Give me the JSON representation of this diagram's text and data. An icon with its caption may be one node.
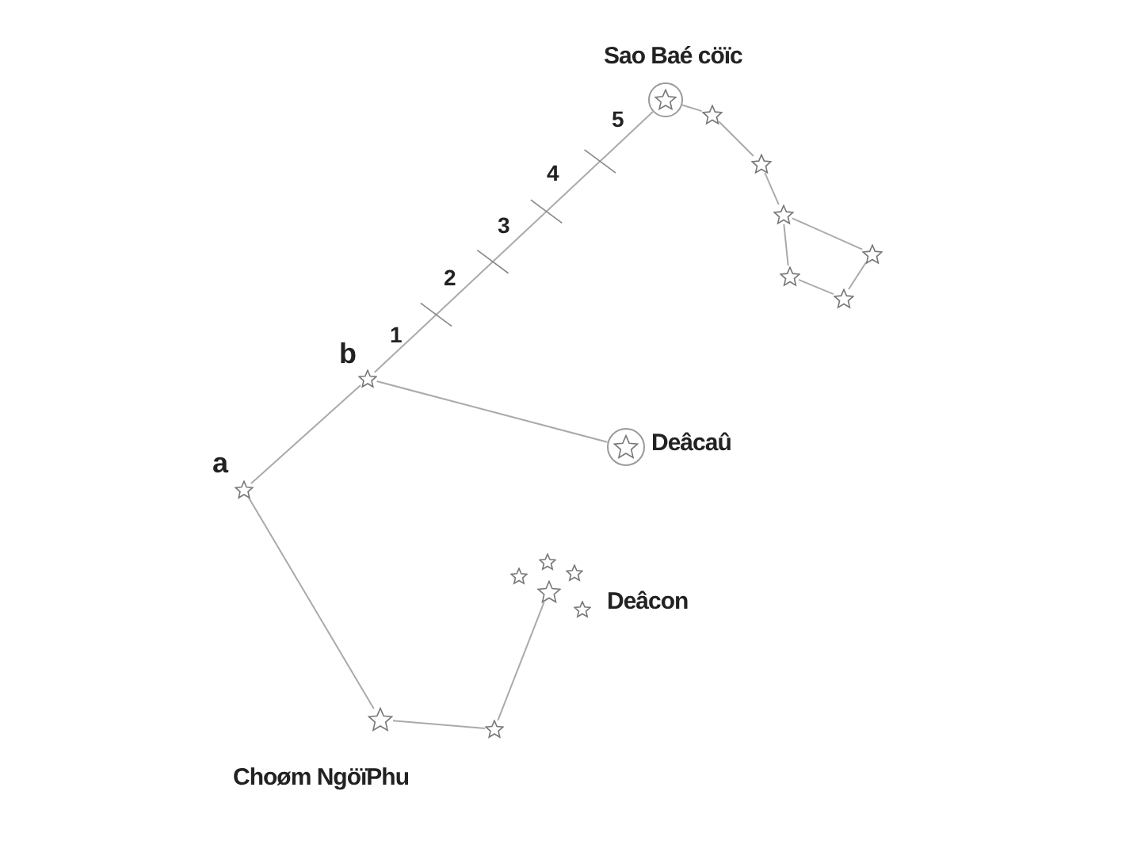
{
  "diagram": {
    "nodes": [
      {
        "text": [],
        "shape": "circle",
        "beside": [
          "Sao Baé cöïc"
        ]
      },
      {
        "text": [],
        "shape": "star"
      },
      {
        "text": [],
        "shape": "star"
      },
      {
        "text": [],
        "shape": "star"
      },
      {
        "text": [],
        "shape": "star"
      },
      {
        "text": [],
        "shape": "star"
      },
      {
        "text": [],
        "shape": "star"
      },
      {
        "text": [],
        "shape": "star",
        "beside": [
          "b"
        ]
      },
      {
        "text": [],
        "shape": "circle",
        "beside": [
          "Deâcaû"
        ]
      },
      {
        "text": [],
        "shape": "star",
        "beside": [
          "a"
        ]
      },
      {
        "text": [],
        "shape": "star"
      },
      {
        "text": [],
        "shape": "star"
      },
      {
        "text": [],
        "shape": "star"
      },
      {
        "text": [],
        "shape": "star"
      },
      {
        "text": [],
        "shape": "star"
      },
      {
        "text": [],
        "shape": "star"
      },
      {
        "text": [],
        "shape": "star"
      }
    ],
    "edges": [
      {
        "from": 0,
        "to": 1,
        "arrow": "none"
      },
      {
        "from": 1,
        "to": 2,
        "arrow": "none"
      },
      {
        "from": 2,
        "to": 3,
        "arrow": "none"
      },
      {
        "from": 3,
        "to": 4,
        "arrow": "none"
      },
      {
        "from": 4,
        "to": 5,
        "arrow": "none"
      },
      {
        "from": 5,
        "to": 6,
        "arrow": "none"
      },
      {
        "from": 6,
        "to": 3,
        "arrow": "none"
      },
      {
        "from": 7,
        "to": 0,
        "arrow": "none"
      },
      {
        "from": 7,
        "to": 8,
        "arrow": "none"
      },
      {
        "from": 7,
        "to": 9,
        "arrow": "none"
      },
      {
        "from": 9,
        "to": 10,
        "arrow": "none"
      },
      {
        "from": 10,
        "to": 11,
        "arrow": "none"
      },
      {
        "from": 11,
        "to": 12,
        "arrow": "none"
      }
    ],
    "labels": [
      "5",
      "4",
      "3",
      "2",
      "1",
      "Deâcon",
      "Choøm NgöïPhu"
    ]
  }
}
